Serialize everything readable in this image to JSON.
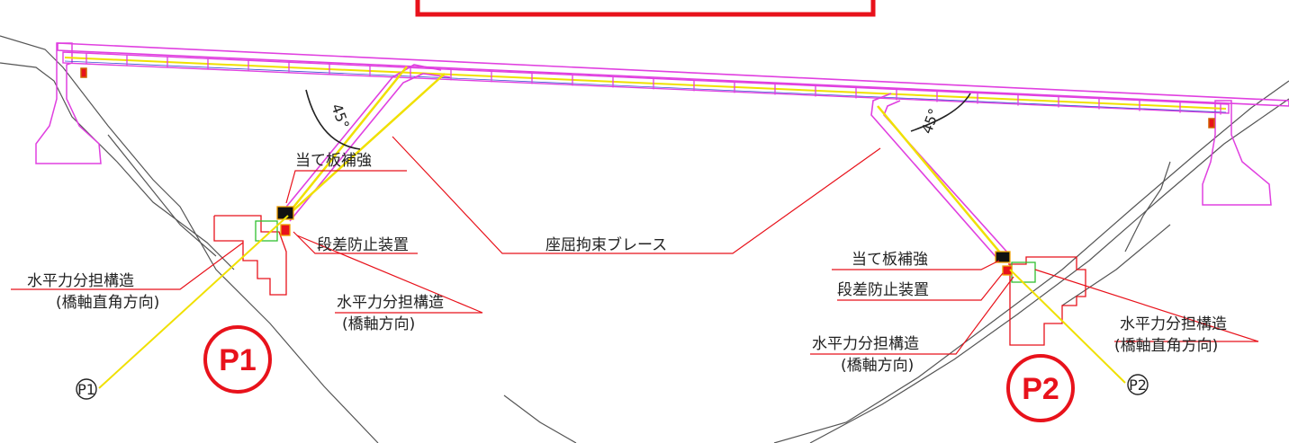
{
  "title_box": {
    "text": ""
  },
  "labels": {
    "ate_ita_1": "当て板補強",
    "dansa_1": "段差防止装置",
    "suihei_left_1": "水平力分担構造",
    "suihei_left_2": "(橋軸直角方向)",
    "suihei_mid_1": "水平力分担構造",
    "suihei_mid_2": "(橋軸方向)",
    "brace": "座屈拘束ブレース",
    "ate_ita_2": "当て板補強",
    "dansa_2": "段差防止装置",
    "suihei_p2a_1": "水平力分担構造",
    "suihei_p2a_2": "(橋軸方向)",
    "suihei_p2b_1": "水平力分担構造",
    "suihei_p2b_2": "(橋軸直角方向)"
  },
  "angles": {
    "left": "45°",
    "right": "45°"
  },
  "pier_tags": {
    "p1": "P1",
    "p2": "P2"
  },
  "pier_badges": {
    "p1": "P1",
    "p2": "P2"
  },
  "colors": {
    "deck": "#e040e0",
    "brace": "#f0e000",
    "leader": "#e8121b",
    "ground": "#555555",
    "badge": "#e8121b"
  }
}
